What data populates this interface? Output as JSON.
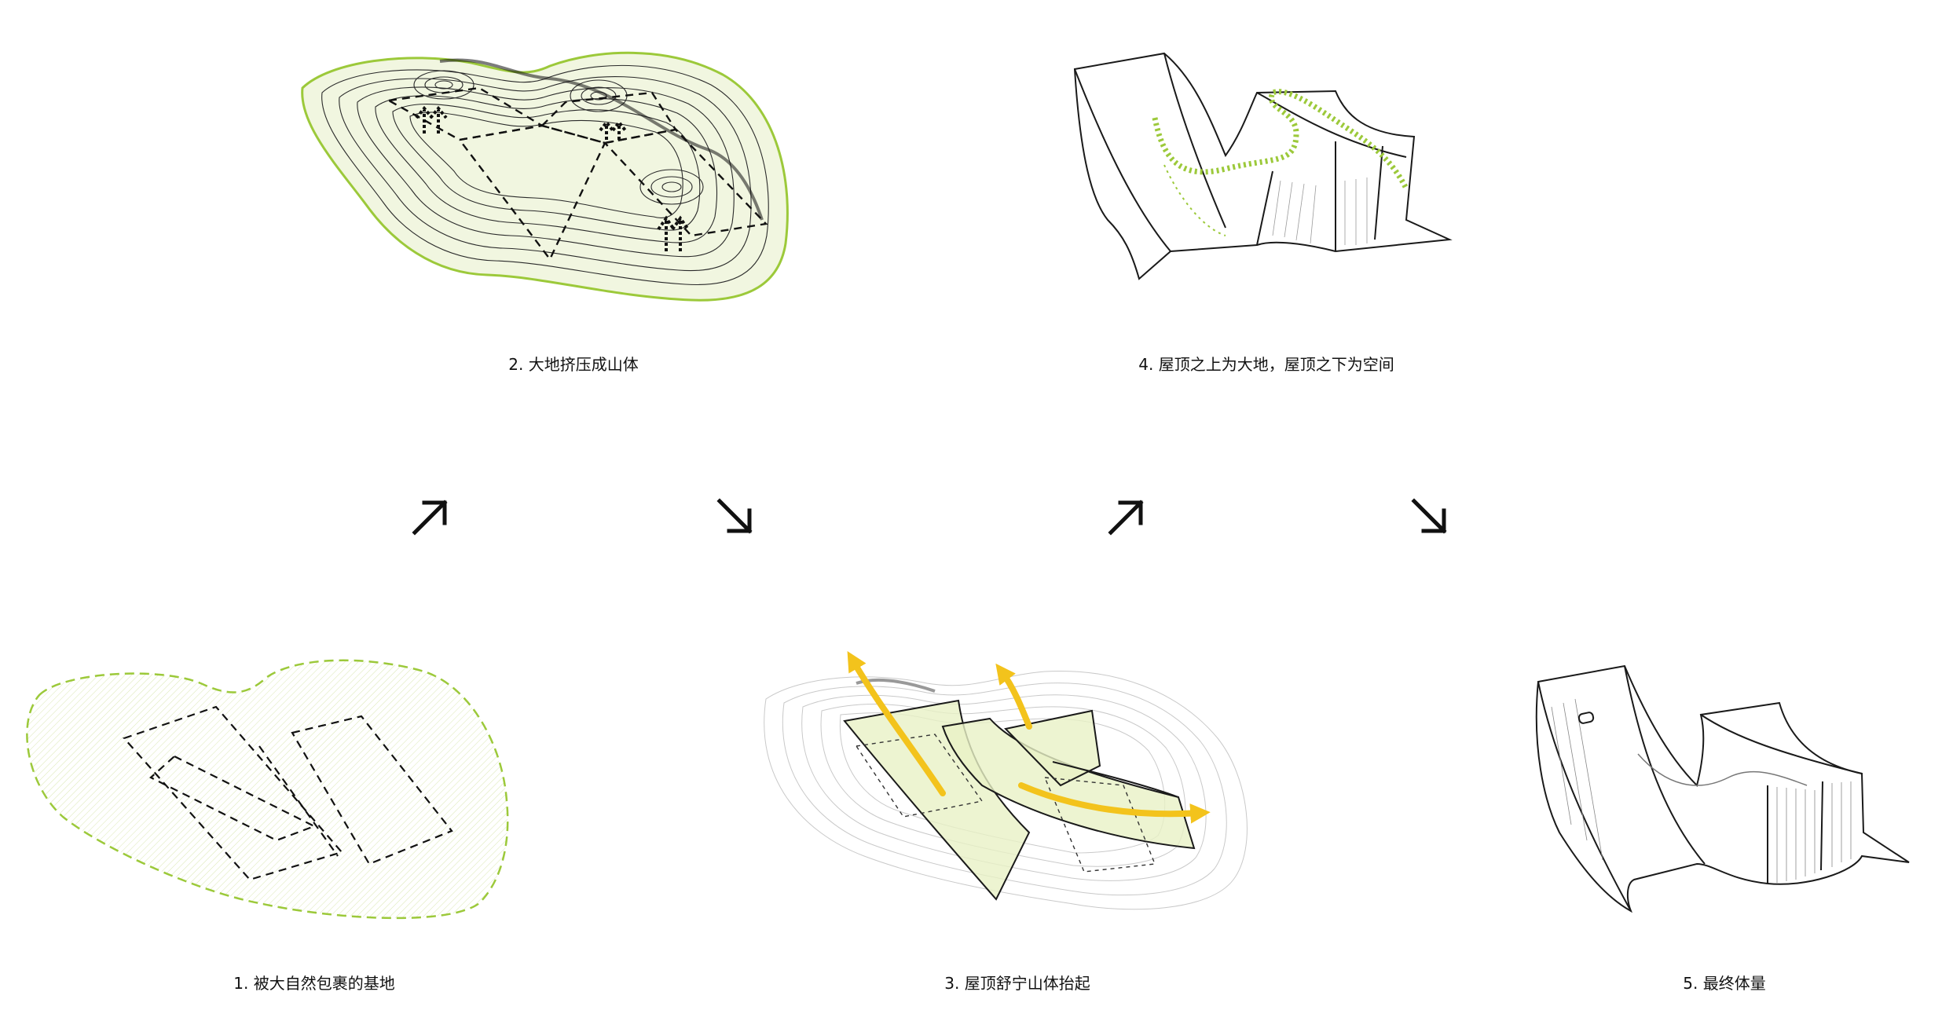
{
  "captions": {
    "step1": "1. 被大自然包裹的基地",
    "step2": "2. 大地挤压成山体",
    "step3": "3. 屋顶舒宁山体抬起",
    "step4": "4. 屋顶之上为大地，屋顶之下为空间",
    "step5": "5. 最终体量"
  },
  "icons": {
    "flow_up": "arrow-up-right-icon",
    "flow_down": "arrow-down-right-icon",
    "lift_arrows": "yellow-curved-arrow-icon",
    "extrude_arrows": "black-dashed-chevron-icon"
  },
  "colors": {
    "site_green": "#9cc93a",
    "site_fill": "#f1f6e0",
    "lift_yellow": "#f3c31c",
    "line": "#1a1a1a"
  }
}
